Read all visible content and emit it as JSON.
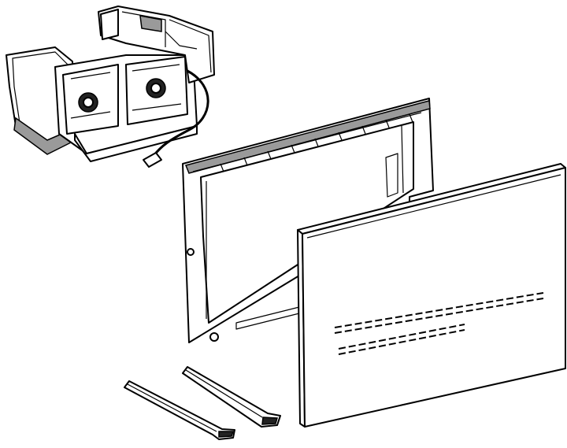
{
  "figure": {
    "parts": [
      "electronics-module",
      "mounting-frame",
      "cover-plate",
      "actuation-rod-1",
      "actuation-rod-2"
    ],
    "colors": {
      "line": "#000000",
      "background": "#ffffff",
      "shade": "#9a9a9a"
    }
  }
}
